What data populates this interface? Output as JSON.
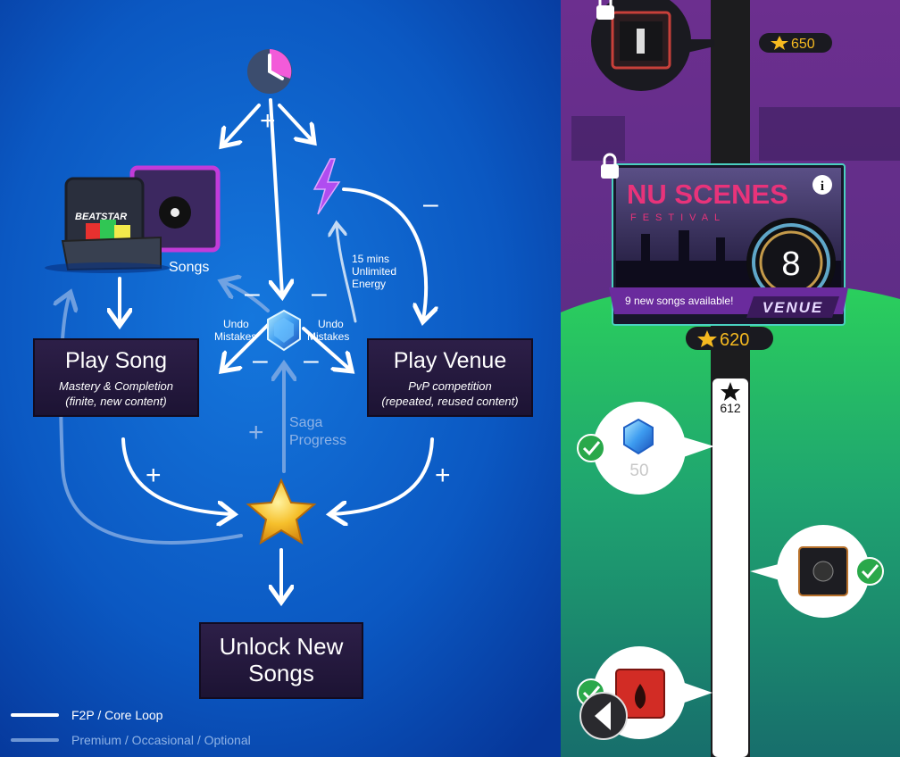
{
  "diagram": {
    "nodes": {
      "play_song": {
        "title": "Play Song",
        "subtitle_line1": "Mastery & Completion",
        "subtitle_line2": "(finite, new content)"
      },
      "play_venue": {
        "title": "Play Venue",
        "subtitle_line1": "PvP competition",
        "subtitle_line2": "(repeated, reused content)"
      },
      "unlock": {
        "title_line1": "Unlock New",
        "title_line2": "Songs"
      }
    },
    "labels": {
      "songs": "Songs",
      "undo_left_1": "Undo",
      "undo_left_2": "Mistakes",
      "undo_right_1": "Undo",
      "undo_right_2": "Mistakes",
      "energy_1": "15 mins",
      "energy_2": "Unlimited",
      "energy_3": "Energy",
      "saga_1": "Saga",
      "saga_2": "Progress",
      "crate_brand": "BEATSTAR"
    },
    "signs": {
      "plus_top": "+",
      "minus_energy": "–",
      "minus_left": "–",
      "minus_right": "–",
      "minus_gem_left": "–",
      "minus_gem_right": "–",
      "plus_saga": "+",
      "plus_left": "+",
      "plus_right": "+"
    },
    "legend": [
      {
        "label": "F2P / Core Loop",
        "style": "solid"
      },
      {
        "label": "Premium / Occasional / Optional",
        "style": "faded"
      }
    ]
  },
  "game": {
    "top_stars": "650",
    "venue": {
      "name_line1": "NU SCENES",
      "name_line2": "FESTIVAL",
      "level": "8",
      "new_songs": "9 new songs available!",
      "badge": "VENUE",
      "stars": "620"
    },
    "progress_stars": "612",
    "gem_reward": "50",
    "info_icon": "i",
    "colors": {
      "purple": "#5d2d86",
      "green": "#27c55a",
      "teal": "#1a8a87",
      "star": "#f5b920"
    }
  }
}
